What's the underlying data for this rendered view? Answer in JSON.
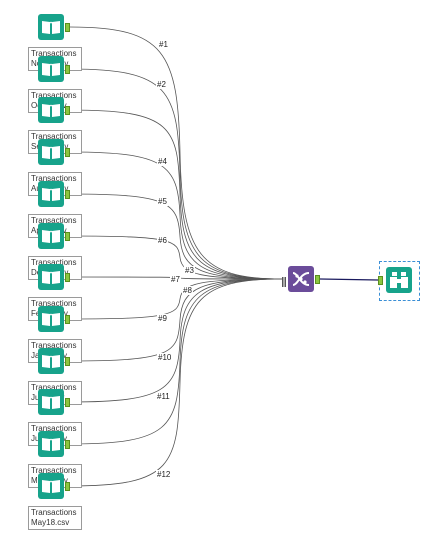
{
  "colors": {
    "input_tool": "#17a38b",
    "union_tool": "#6b4c9a",
    "browse_tool": "#17a38b",
    "anchor": "#8cc63f",
    "connection": "#555555",
    "output_connection": "#1a1a5e",
    "selection": "#3b8fd6"
  },
  "inputs": [
    {
      "line1": "Transactions",
      "line2": "Nov17.csv",
      "icon": "book-icon"
    },
    {
      "line1": "Transactions",
      "line2": "Oct17.csv",
      "icon": "book-icon"
    },
    {
      "line1": "Transactions",
      "line2": "Sep17.csv",
      "icon": "book-icon"
    },
    {
      "line1": "Transactions",
      "line2": "Aug17.csv",
      "icon": "book-icon"
    },
    {
      "line1": "Transactions",
      "line2": "Apr18.csv",
      "icon": "book-icon"
    },
    {
      "line1": "Transactions",
      "line2": "Dec17.csv",
      "icon": "book-icon"
    },
    {
      "line1": "Transactions",
      "line2": "Feb18.csv",
      "icon": "book-icon"
    },
    {
      "line1": "Transactions",
      "line2": "Jan18.csv",
      "icon": "book-icon"
    },
    {
      "line1": "Transactions",
      "line2": "Jul17.csv",
      "icon": "book-icon"
    },
    {
      "line1": "Transactions",
      "line2": "Jun18.csv",
      "icon": "book-icon"
    },
    {
      "line1": "Transactions",
      "line2": "Mar18.csv",
      "icon": "book-icon"
    },
    {
      "line1": "Transactions",
      "line2": "May18.csv",
      "icon": "book-icon"
    }
  ],
  "connections": [
    "#1",
    "#2",
    "#3",
    "#4",
    "#5",
    "#6",
    "#7",
    "#8",
    "#9",
    "#10",
    "#11",
    "#12"
  ],
  "union_tool": {
    "icon": "union-icon"
  },
  "browse_tool": {
    "icon": "binoculars-icon"
  }
}
